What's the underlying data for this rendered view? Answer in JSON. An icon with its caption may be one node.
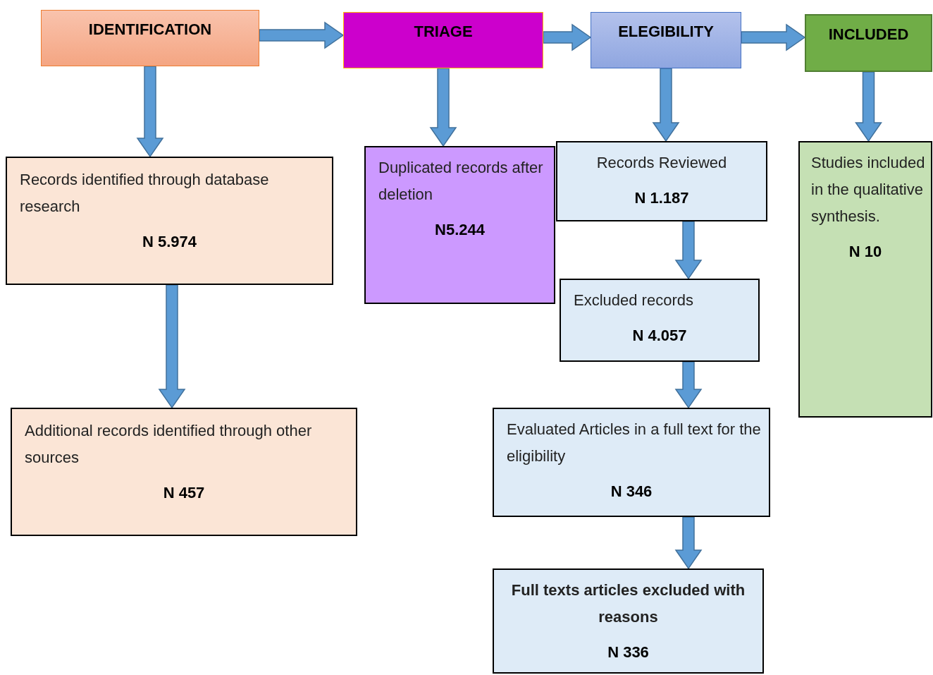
{
  "diagram": {
    "nodes": [
      {
        "text": [
          "IDENTIFICATION"
        ]
      },
      {
        "text": [
          "TRIAGE"
        ]
      },
      {
        "text": [
          "ELEGIBILITY"
        ]
      },
      {
        "text": [
          "INCLUDED"
        ]
      },
      {
        "text": [
          "Records identified through database research",
          "N 5.974"
        ]
      },
      {
        "text": [
          "Additional records identified through other sources",
          "N 457"
        ]
      },
      {
        "text": [
          "Duplicated records after deletion",
          "N5.244"
        ]
      },
      {
        "text": [
          "Records Reviewed",
          "N 1.187"
        ]
      },
      {
        "text": [
          "Excluded records",
          "N 4.057"
        ]
      },
      {
        "text": [
          "Evaluated Articles in a full text for the eligibility",
          "N 346"
        ]
      },
      {
        "text": [
          "Full texts articles excluded with reasons",
          "N 336"
        ]
      },
      {
        "text": [
          "Studies included in the qualitative synthesis.",
          "N 10"
        ]
      }
    ],
    "edges": [
      {
        "from": 0,
        "to": 1,
        "arrow": "to"
      },
      {
        "from": 1,
        "to": 2,
        "arrow": "to"
      },
      {
        "from": 2,
        "to": 3,
        "arrow": "to"
      },
      {
        "from": 0,
        "to": 4,
        "arrow": "to"
      },
      {
        "from": 4,
        "to": 5,
        "arrow": "to"
      },
      {
        "from": 1,
        "to": 6,
        "arrow": "to"
      },
      {
        "from": 2,
        "to": 7,
        "arrow": "to"
      },
      {
        "from": 7,
        "to": 8,
        "arrow": "to"
      },
      {
        "from": 8,
        "to": 9,
        "arrow": "to"
      },
      {
        "from": 9,
        "to": 10,
        "arrow": "to"
      },
      {
        "from": 3,
        "to": 11,
        "arrow": "to"
      }
    ]
  }
}
